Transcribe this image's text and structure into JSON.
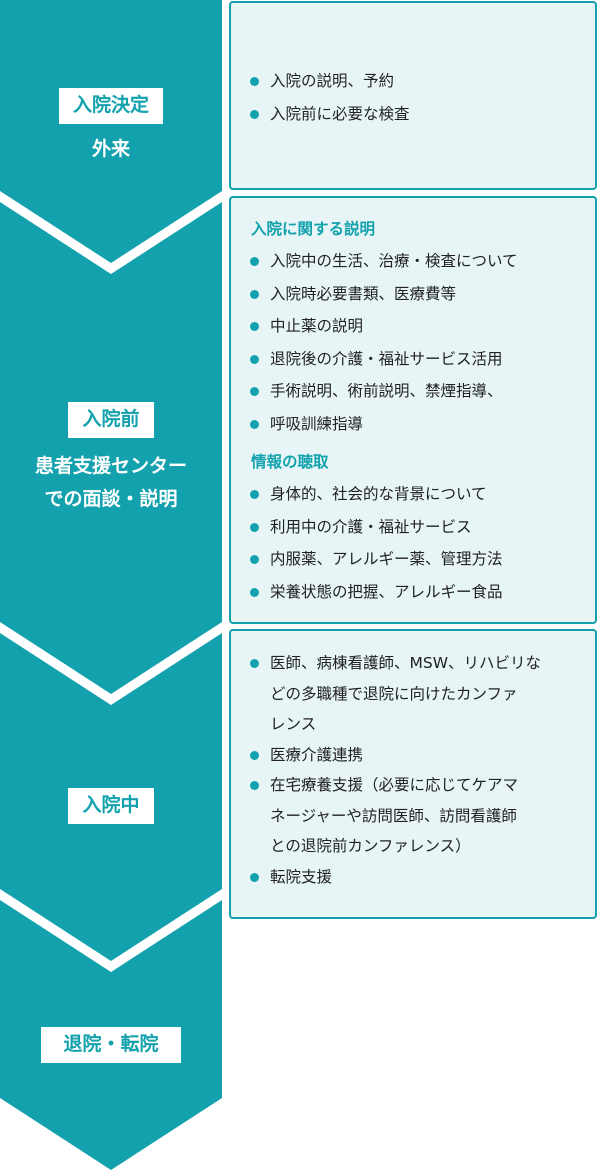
{
  "colors": {
    "teal": "#13a2ad",
    "box_bg": "#e7f5f6",
    "text": "#222222"
  },
  "stages": [
    {
      "tag": "入院決定",
      "sub": "外来"
    },
    {
      "tag": "入院前",
      "sub_lines": [
        "患者支援センター",
        "での面談・説明"
      ]
    },
    {
      "tag": "入院中"
    },
    {
      "tag": "退院・転院"
    }
  ],
  "boxes": {
    "decision": {
      "items": [
        "入院の説明、予約",
        "入院前に必要な検査"
      ]
    },
    "before": {
      "sections": [
        {
          "title": "入院に関する説明",
          "items": [
            "入院中の生活、治療・検査について",
            "入院時必要書類、医療費等",
            "中止薬の説明",
            "退院後の介護・福祉サービス活用",
            "手術説明、術前説明、禁煙指導、",
            "呼吸訓練指導"
          ]
        },
        {
          "title": "情報の聴取",
          "items": [
            "身体的、社会的な背景について",
            "利用中の介護・福祉サービス",
            "内服薬、アレルギー薬、管理方法",
            "栄養状態の把握、アレルギー食品"
          ]
        }
      ]
    },
    "during": {
      "items": [
        {
          "lines": [
            "医師、病棟看護師、MSW、リハビリな",
            "どの多職種で退院に向けたカンファ",
            "レンス"
          ]
        },
        {
          "lines": [
            "医療介護連携"
          ]
        },
        {
          "lines": [
            "在宅療養支援（必要に応じてケアマ",
            "ネージャーや訪問医師、訪問看護師",
            "との退院前カンファレンス）"
          ]
        },
        {
          "lines": [
            "転院支援"
          ]
        }
      ]
    }
  }
}
